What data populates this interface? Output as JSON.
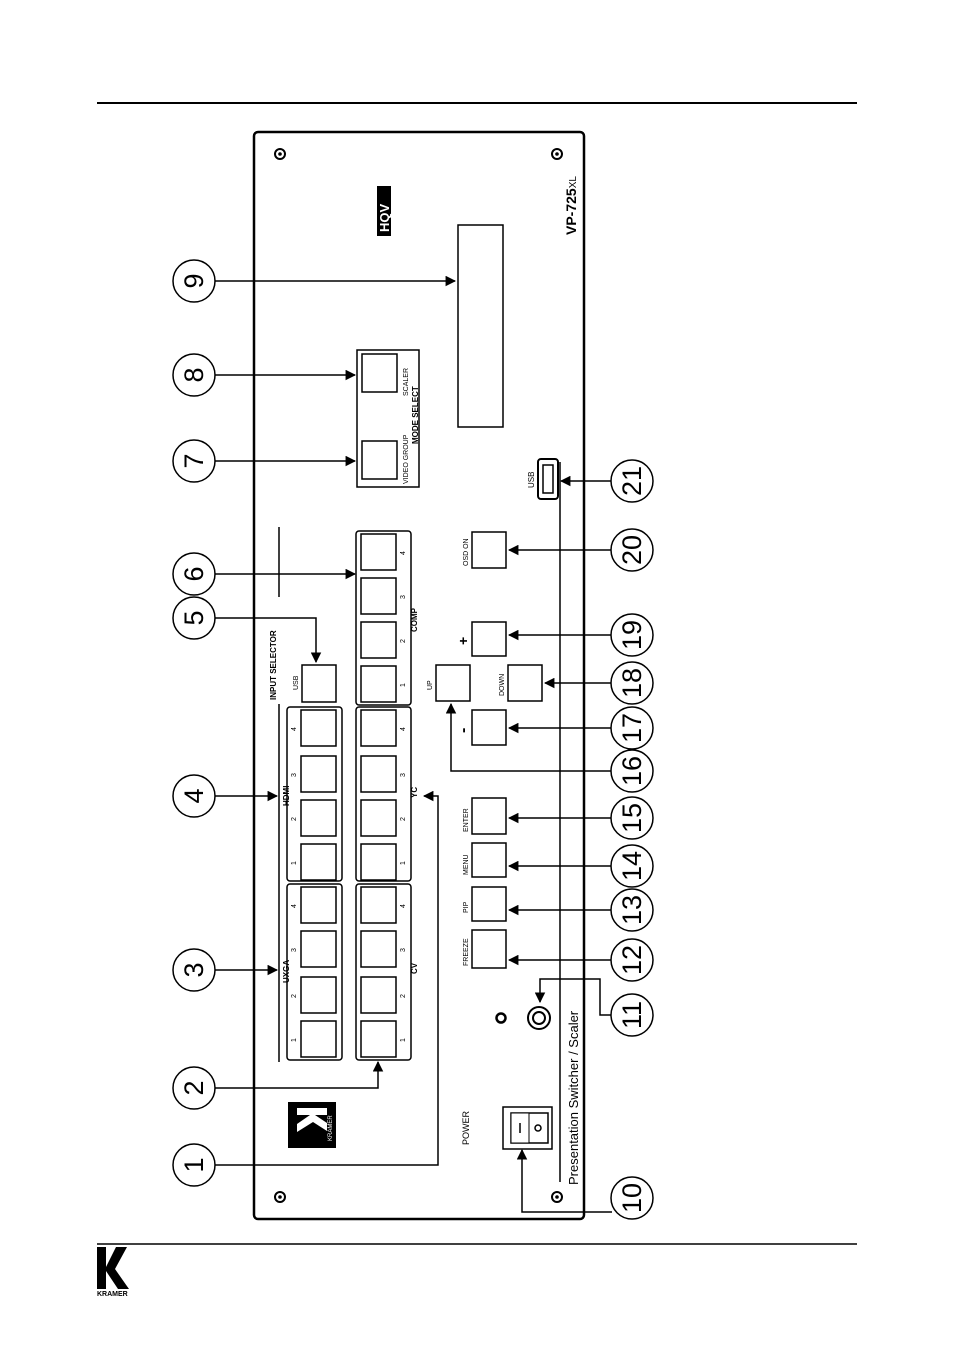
{
  "device": {
    "model": "VP-725",
    "model_suffix": "XL",
    "subtitle": "Presentation Switcher / Scaler",
    "hqv_logo_text": "HQV",
    "brand_small": "KRAMER"
  },
  "front_panel": {
    "input_selector_label": "INPUT SELECTOR",
    "mode_select_label": "MODE SELECT",
    "power_label": "POWER",
    "usb_port_label": "USB",
    "groups": {
      "uxga": "UXGA",
      "hdmi": "HDMI",
      "cv": "CV",
      "yc": "YC",
      "comp": "COMP"
    },
    "button_numbers": [
      "1",
      "2",
      "3",
      "4"
    ],
    "usb_button_label": "USB",
    "mode_buttons": [
      "VIDEO GROUP",
      "SCALER"
    ],
    "control_buttons": {
      "freeze": "FREEZE",
      "pip": "PIP",
      "menu": "MENU",
      "enter": "ENTER",
      "minus": "-",
      "plus": "+",
      "up": "UP",
      "down": "DOWN",
      "osd_on": "OSD ON"
    }
  },
  "callouts": [
    "1",
    "2",
    "3",
    "4",
    "5",
    "6",
    "7",
    "8",
    "9",
    "10",
    "11",
    "12",
    "13",
    "14",
    "15",
    "16",
    "17",
    "18",
    "19",
    "20",
    "21"
  ],
  "footer": {
    "logo_text": "KRAMER"
  }
}
